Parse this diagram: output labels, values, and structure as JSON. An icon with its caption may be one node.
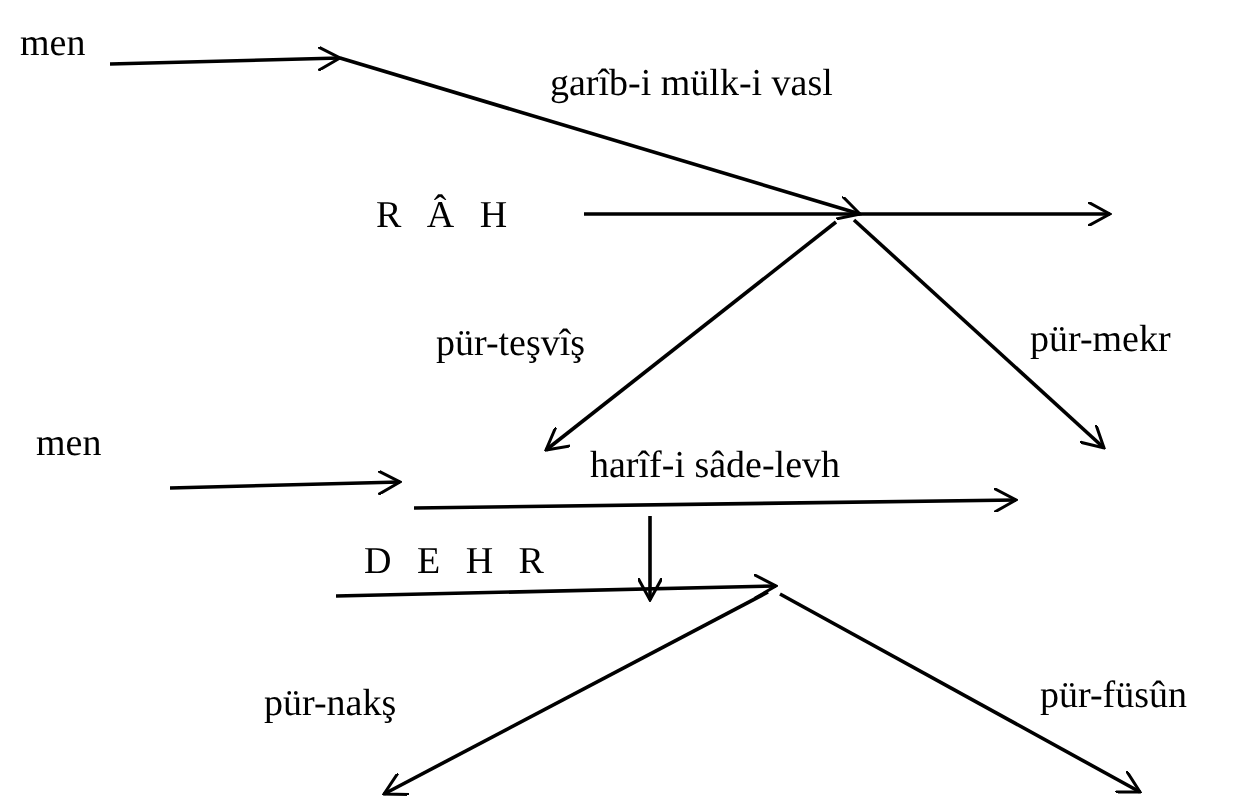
{
  "diagram": {
    "labels": [
      "men",
      "garîb-i mülk-i vasl",
      "R Â H",
      "pür-teşvîş",
      "pür-mekr",
      "men",
      "harîf-i sâde-levh",
      "D E H R",
      "pür-nakş",
      "pür-füsûn"
    ]
  }
}
